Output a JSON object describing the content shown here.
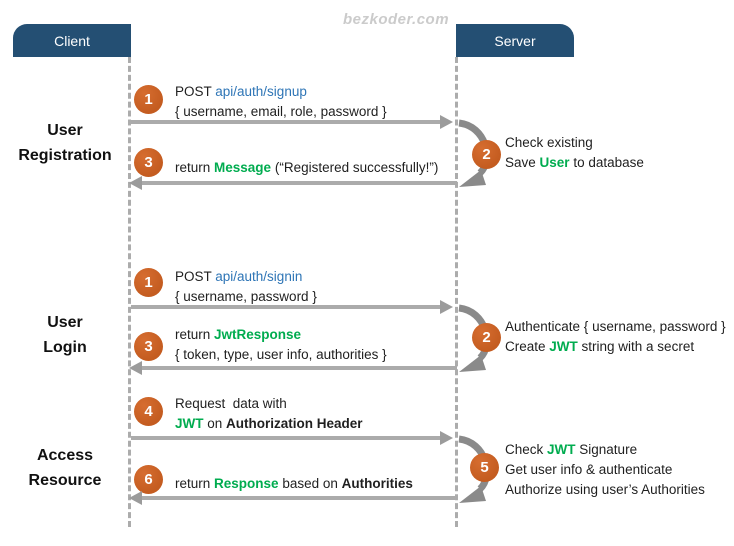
{
  "watermark": "bezkoder.com",
  "actors": {
    "client": "Client",
    "server": "Server"
  },
  "colors": {
    "header_bg": "#244F73",
    "step_orange": "#C45C20",
    "green": "#00AC4F",
    "link_blue": "#2E75B6",
    "arrow_gray": "#ABABAB",
    "selfloop_gray": "#8A8A8A"
  },
  "sections": [
    {
      "label_lines": [
        "User",
        "Registration"
      ],
      "request": {
        "num": "1",
        "lines": [
          [
            {
              "text": "POST "
            },
            {
              "text": "api/auth/signup",
              "style": "link"
            }
          ],
          [
            {
              "text": "{ username, email, role, password }"
            }
          ]
        ]
      },
      "server_note": {
        "num": "2",
        "lines": [
          [
            {
              "text": "Check existing"
            }
          ],
          [
            {
              "text": "Save "
            },
            {
              "text": "User",
              "style": "green"
            },
            {
              "text": " to database"
            }
          ]
        ]
      },
      "response": {
        "num": "3",
        "lines": [
          [
            {
              "text": "return "
            },
            {
              "text": "Message",
              "style": "green"
            },
            {
              "text": " (“Registered successfully!”)"
            }
          ]
        ]
      }
    },
    {
      "label_lines": [
        "User",
        "Login"
      ],
      "request": {
        "num": "1",
        "lines": [
          [
            {
              "text": "POST "
            },
            {
              "text": "api/auth/signin",
              "style": "link"
            }
          ],
          [
            {
              "text": "{ username, password }"
            }
          ]
        ]
      },
      "server_note": {
        "num": "2",
        "lines": [
          [
            {
              "text": "Authenticate { username, password }"
            }
          ],
          [
            {
              "text": "Create "
            },
            {
              "text": "JWT",
              "style": "green"
            },
            {
              "text": " string with a secret"
            }
          ]
        ]
      },
      "response": {
        "num": "3",
        "lines": [
          [
            {
              "text": "return "
            },
            {
              "text": "JwtResponse",
              "style": "green"
            }
          ],
          [
            {
              "text": "{ token, type, user info, authorities }"
            }
          ]
        ]
      }
    },
    {
      "label_lines": [
        "Access",
        "Resource"
      ],
      "request": {
        "num": "4",
        "lines": [
          [
            {
              "text": "Request  data with"
            }
          ],
          [
            {
              "text": "JWT",
              "style": "green"
            },
            {
              "text": " on "
            },
            {
              "text": "Authorization Header",
              "style": "bold"
            }
          ]
        ]
      },
      "server_note": {
        "num": "5",
        "lines": [
          [
            {
              "text": "Check "
            },
            {
              "text": "JWT",
              "style": "green"
            },
            {
              "text": " Signature"
            }
          ],
          [
            {
              "text": "Get user info & authenticate"
            }
          ],
          [
            {
              "text": "Authorize using user’s Authorities"
            }
          ]
        ]
      },
      "response": {
        "num": "6",
        "lines": [
          [
            {
              "text": "return "
            },
            {
              "text": "Response",
              "style": "green"
            },
            {
              "text": " based on "
            },
            {
              "text": "Authorities",
              "style": "bold"
            }
          ]
        ]
      }
    }
  ]
}
